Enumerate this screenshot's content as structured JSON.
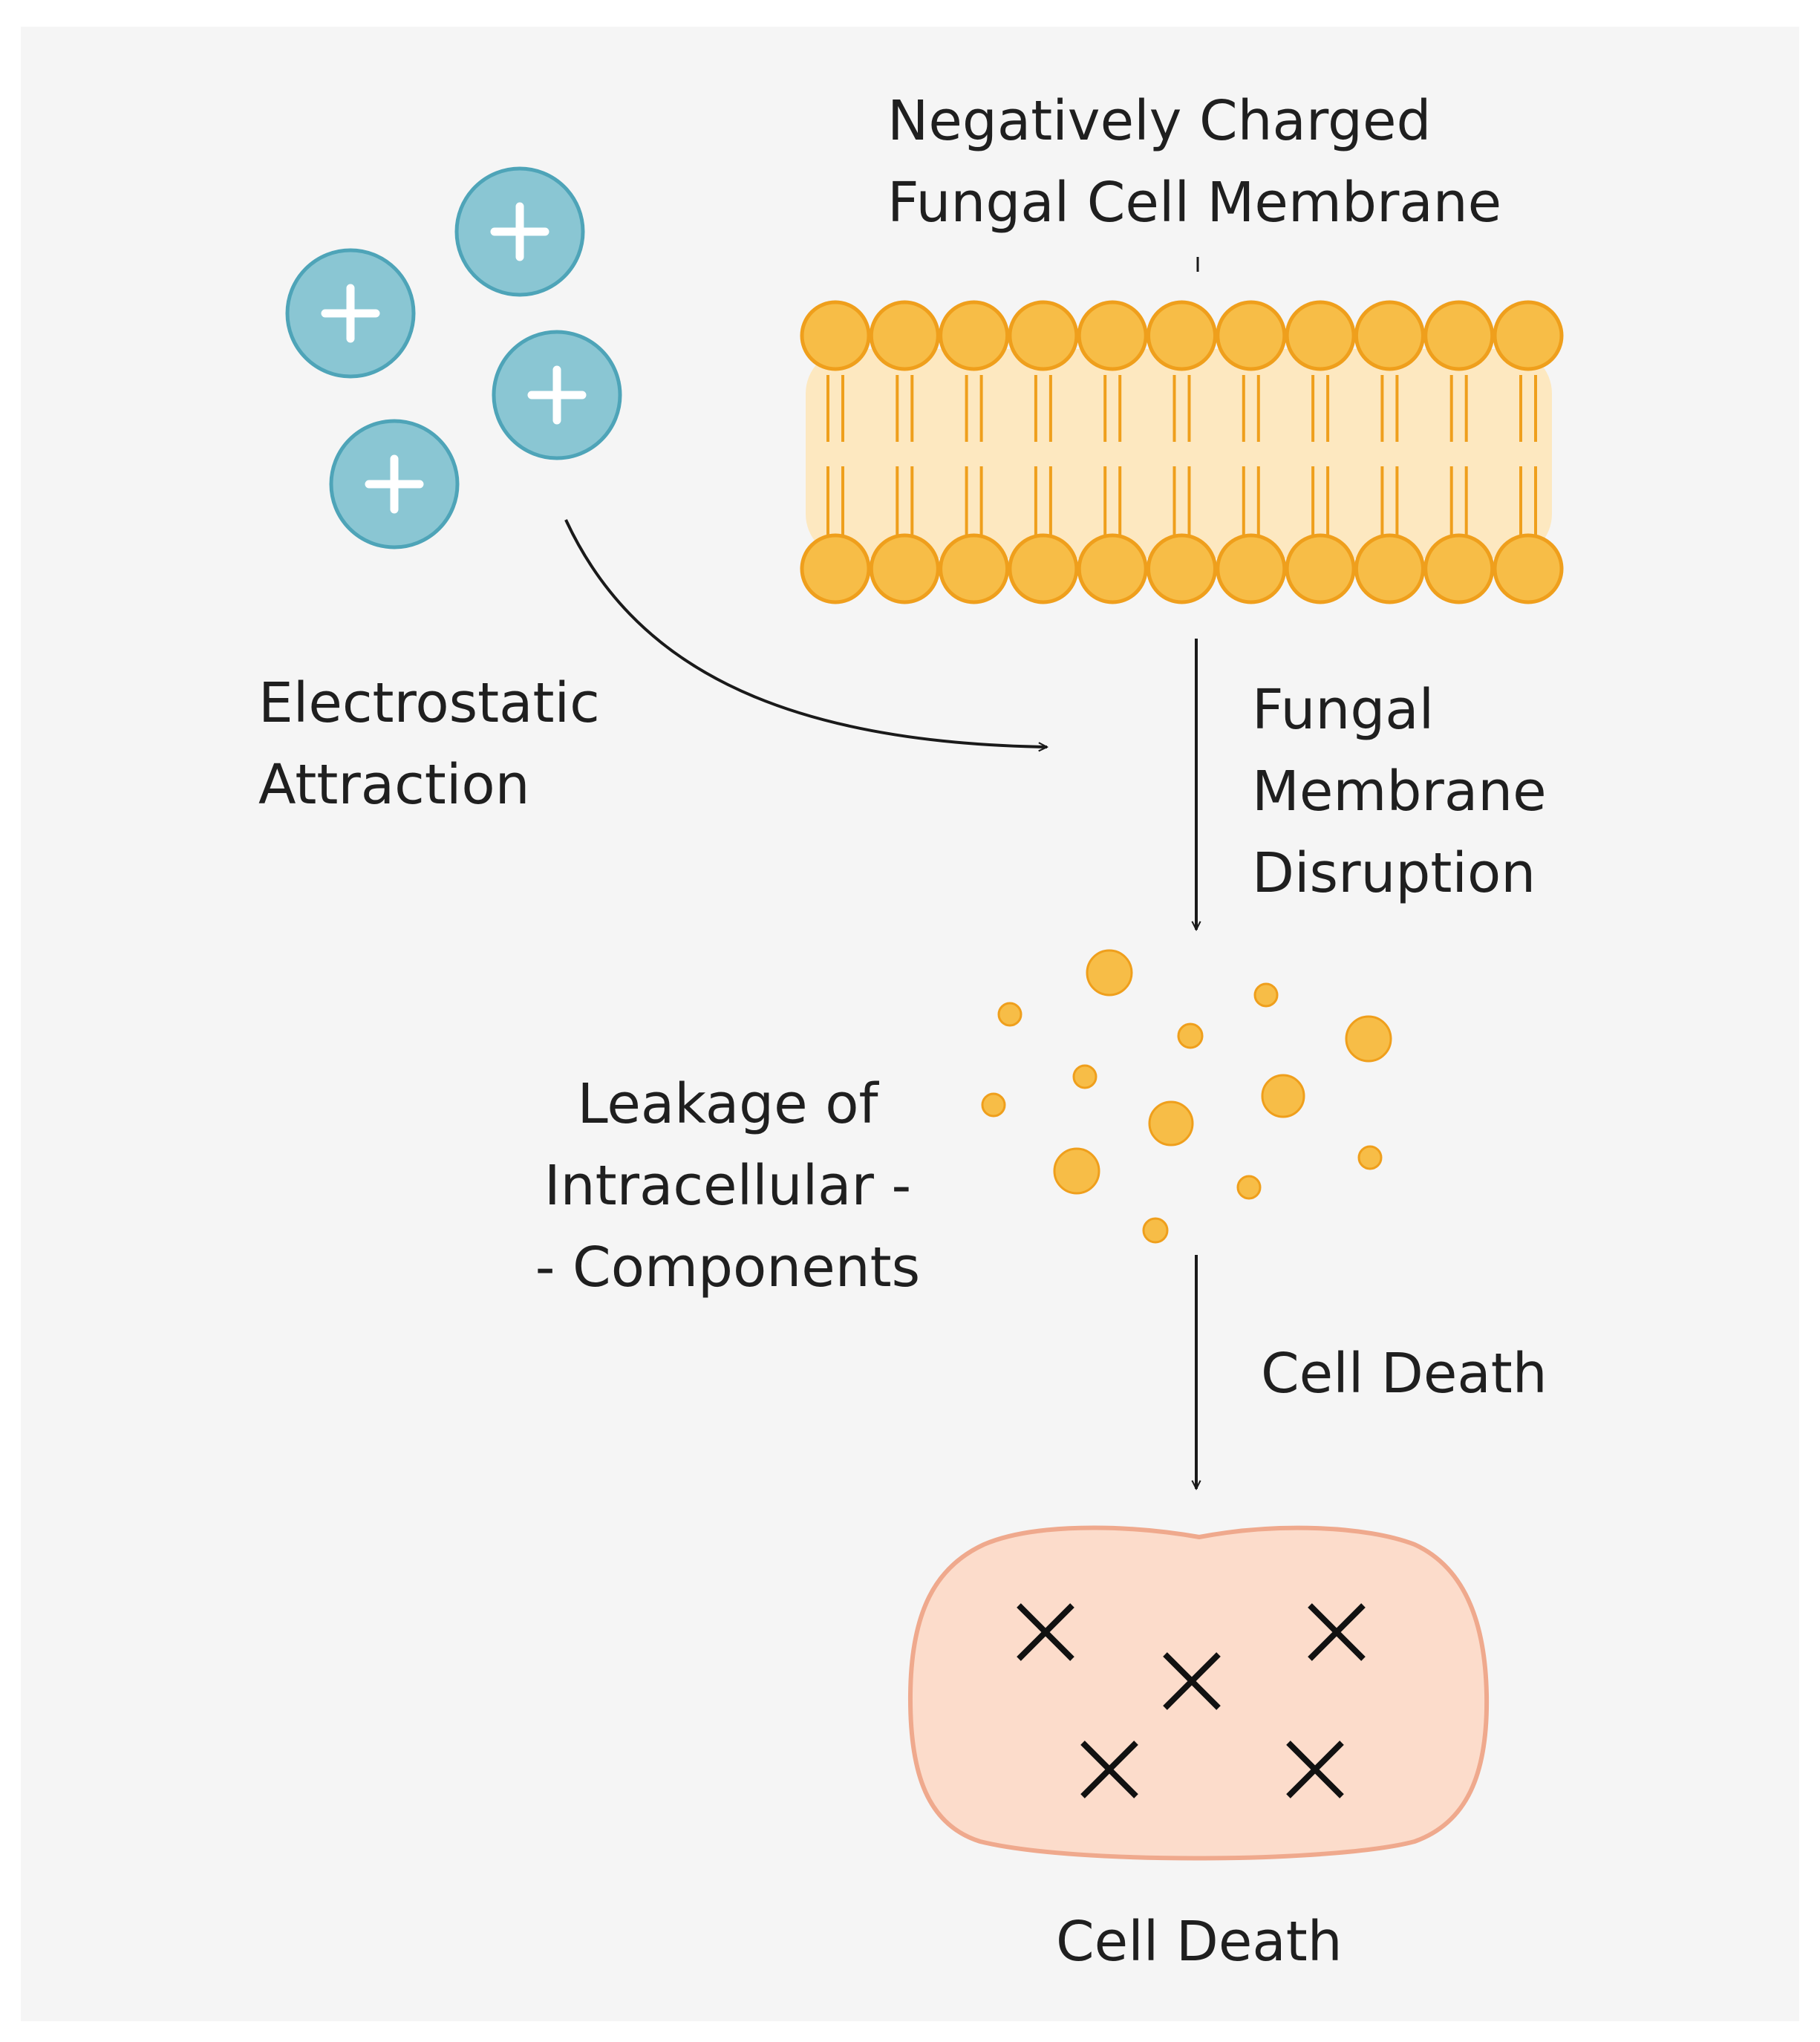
{
  "labels": {
    "membrane": "Negatively Charged\nFungal Cell Membrane",
    "attraction": "Electrostatic\nAttraction",
    "disruption": "Fungal\nMembrane\nDisruption",
    "leakage": "Leakage of\nIntracellular -\n- Components",
    "cell_death_arrow": "Cell Death",
    "cell_death_caption": "Cell Death"
  },
  "icons": {
    "ion": "plus-icon",
    "dead_marker": "x-mark-icon"
  },
  "colors": {
    "background": "#f5f5f5",
    "ion_fill": "#8ac6d3",
    "ion_stroke": "#4ea4b8",
    "lipid_fill": "#f7bd47",
    "lipid_stroke": "#ef9f1c",
    "membrane_core": "#fde8c0",
    "droplet_fill": "#f7bd47",
    "cell_fill": "#fcdccb",
    "cell_stroke": "#efa98d",
    "arrow": "#1a1a1a"
  }
}
